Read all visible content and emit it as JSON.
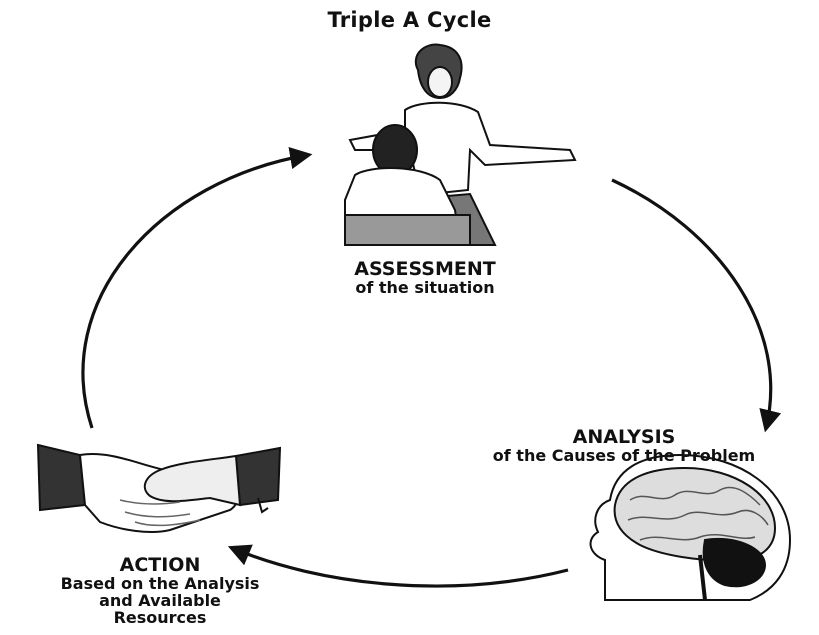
{
  "title": "Triple A Cycle",
  "stages": {
    "assessment": {
      "heading": "ASSESSMENT",
      "detail": "of the situation"
    },
    "analysis": {
      "heading": "ANALYSIS",
      "detail": "of the Causes of the Problem"
    },
    "action": {
      "heading": "ACTION",
      "detail_lines": [
        "Based on the Analysis",
        "and Available",
        "Resources"
      ]
    }
  },
  "icons": {
    "assessment": "presenter-with-seated-person-illustration",
    "analysis": "head-with-brain-illustration",
    "action": "handshake-illustration"
  }
}
